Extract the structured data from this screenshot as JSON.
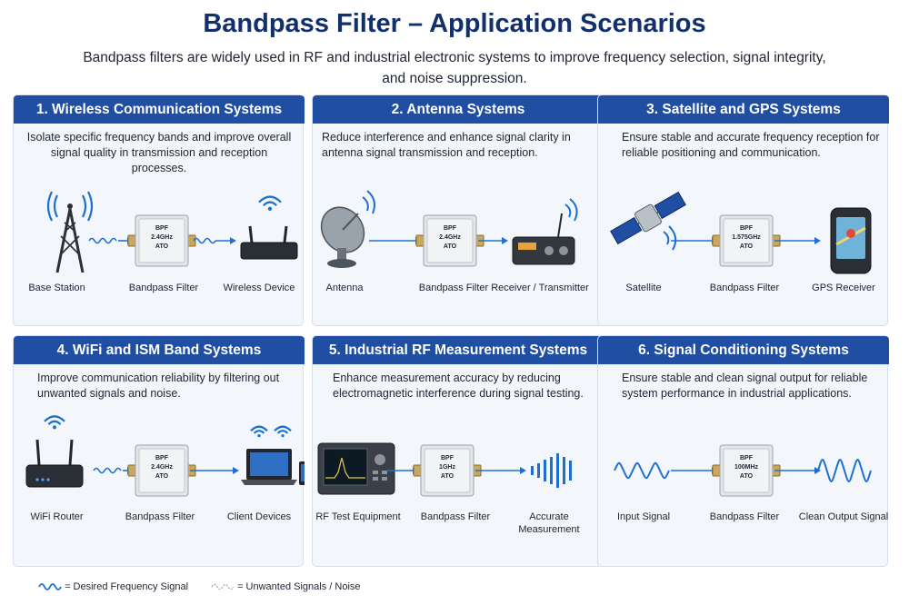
{
  "title": "Bandpass Filter – Application Scenarios",
  "subtitle": "Bandpass filters are widely used in RF and industrial electronic systems to improve frequency selection, signal integrity, and noise suppression.",
  "colors": {
    "header": "#1f4ea3",
    "title": "#12306b",
    "panel_bg": "#f3f6fb",
    "signal": "#1f6fd1"
  },
  "panels": [
    {
      "heading": "1. Wireless Communication Systems",
      "description": "Isolate specific frequency bands and improve overall signal quality in transmission and reception processes.",
      "filter_text": [
        "BPF",
        "2.4GHz",
        "ATO"
      ],
      "left_label": "Base Station",
      "filter_label": "Bandpass Filter",
      "right_label": "Wireless Device",
      "left_icon": "base-station-tower-icon",
      "right_icon": "wireless-router-icon"
    },
    {
      "heading": "2. Antenna Systems",
      "description": "Reduce interference and enhance signal clarity in antenna signal transmission and reception.",
      "filter_text": [
        "BPF",
        "2.4GHz",
        "ATO"
      ],
      "left_label": "Antenna",
      "filter_label": "Bandpass Filter",
      "right_label": "Receiver / Transmitter",
      "left_icon": "satellite-dish-icon",
      "right_icon": "radio-receiver-icon"
    },
    {
      "heading": "3. Satellite and GPS Systems",
      "description": "Ensure stable and accurate frequency reception for reliable positioning and communication.",
      "filter_text": [
        "BPF",
        "1.575GHz",
        "ATO"
      ],
      "left_label": "Satellite",
      "filter_label": "Bandpass Filter",
      "right_label": "GPS Receiver",
      "left_icon": "satellite-icon",
      "right_icon": "gps-receiver-icon"
    },
    {
      "heading": "4. WiFi and ISM Band Systems",
      "description": "Improve communication reliability by filtering out unwanted signals and noise.",
      "filter_text": [
        "BPF",
        "2.4GHz",
        "ATO"
      ],
      "left_label": "WiFi Router",
      "filter_label": "Bandpass Filter",
      "right_label": "Client Devices",
      "left_icon": "wifi-router-icon",
      "right_icon": "laptop-phone-icon"
    },
    {
      "heading": "5. Industrial RF Measurement Systems",
      "description": "Enhance measurement accuracy by reducing electromagnetic interference during signal testing.",
      "filter_text": [
        "BPF",
        "1GHz",
        "ATO"
      ],
      "left_label": "RF Test Equipment",
      "filter_label": "Bandpass Filter",
      "right_label": "Accurate Measurement",
      "left_icon": "rf-test-equipment-icon",
      "right_icon": "signal-bars-icon"
    },
    {
      "heading": "6. Signal Conditioning Systems",
      "description": "Ensure stable and clean signal output for reliable system performance in industrial applications.",
      "filter_text": [
        "BPF",
        "100MHz",
        "ATO"
      ],
      "left_label": "Input Signal",
      "filter_label": "Bandpass Filter",
      "right_label": "Clean Output Signal",
      "left_icon": "input-wave-icon",
      "right_icon": "output-wave-icon"
    }
  ],
  "legend": {
    "desired": "= Desired Frequency Signal",
    "unwanted": "= Unwanted Signals / Noise"
  }
}
